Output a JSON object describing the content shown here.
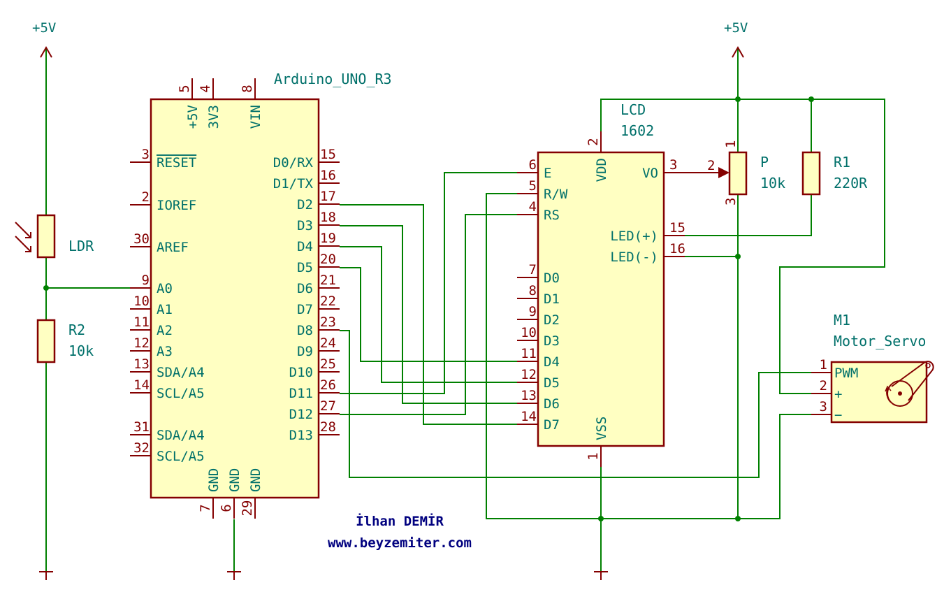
{
  "power": {
    "left_label": "+5V",
    "right_label": "+5V"
  },
  "arduino": {
    "ref": "Arduino_UNO_R3",
    "top_pins": [
      {
        "num": "5",
        "name": "+5V"
      },
      {
        "num": "4",
        "name": "3V3"
      },
      {
        "num": "8",
        "name": "VIN"
      }
    ],
    "left_pins": [
      {
        "num": "3",
        "name": "RESET"
      },
      {
        "num": "2",
        "name": "IOREF"
      },
      {
        "num": "30",
        "name": "AREF"
      },
      {
        "num": "9",
        "name": "A0"
      },
      {
        "num": "10",
        "name": "A1"
      },
      {
        "num": "11",
        "name": "A2"
      },
      {
        "num": "12",
        "name": "A3"
      },
      {
        "num": "13",
        "name": "SDA/A4"
      },
      {
        "num": "14",
        "name": "SCL/A5"
      },
      {
        "num": "31",
        "name": "SDA/A4"
      },
      {
        "num": "32",
        "name": "SCL/A5"
      }
    ],
    "right_pins": [
      {
        "num": "15",
        "name": "D0/RX"
      },
      {
        "num": "16",
        "name": "D1/TX"
      },
      {
        "num": "17",
        "name": "D2"
      },
      {
        "num": "18",
        "name": "D3"
      },
      {
        "num": "19",
        "name": "D4"
      },
      {
        "num": "20",
        "name": "D5"
      },
      {
        "num": "21",
        "name": "D6"
      },
      {
        "num": "22",
        "name": "D7"
      },
      {
        "num": "23",
        "name": "D8"
      },
      {
        "num": "24",
        "name": "D9"
      },
      {
        "num": "25",
        "name": "D10"
      },
      {
        "num": "26",
        "name": "D11"
      },
      {
        "num": "27",
        "name": "D12"
      },
      {
        "num": "28",
        "name": "D13"
      }
    ],
    "bottom_pins": [
      {
        "num": "7",
        "name": "GND"
      },
      {
        "num": "6",
        "name": "GND"
      },
      {
        "num": "29",
        "name": "GND"
      }
    ]
  },
  "lcd": {
    "ref": "LCD",
    "value": "1602",
    "left_pins": [
      {
        "num": "6",
        "name": "E"
      },
      {
        "num": "5",
        "name": "R/W"
      },
      {
        "num": "4",
        "name": "RS"
      },
      {
        "num": "7",
        "name": "D0"
      },
      {
        "num": "8",
        "name": "D1"
      },
      {
        "num": "9",
        "name": "D2"
      },
      {
        "num": "10",
        "name": "D3"
      },
      {
        "num": "11",
        "name": "D4"
      },
      {
        "num": "12",
        "name": "D5"
      },
      {
        "num": "13",
        "name": "D6"
      },
      {
        "num": "14",
        "name": "D7"
      }
    ],
    "right_pins": [
      {
        "num": "3",
        "name": "VO"
      },
      {
        "num": "15",
        "name": "LED(+)"
      },
      {
        "num": "16",
        "name": "LED(-)"
      }
    ],
    "top_pin": {
      "num": "2",
      "name": "VDD"
    },
    "bottom_pin": {
      "num": "1",
      "name": "VSS"
    }
  },
  "ldr": {
    "ref": "LDR"
  },
  "r2": {
    "ref": "R2",
    "value": "10k"
  },
  "pot": {
    "ref": "P",
    "value": "10k",
    "pins": [
      "1",
      "2",
      "3"
    ]
  },
  "r1": {
    "ref": "R1",
    "value": "220R"
  },
  "servo": {
    "ref": "M1",
    "value": "Motor_Servo",
    "pins": [
      {
        "num": "1",
        "name": "PWM"
      },
      {
        "num": "2",
        "name": "+"
      },
      {
        "num": "3",
        "name": "−"
      }
    ]
  },
  "credits": {
    "author": "İlhan DEMİR",
    "site": "www.beyzemiter.com"
  }
}
